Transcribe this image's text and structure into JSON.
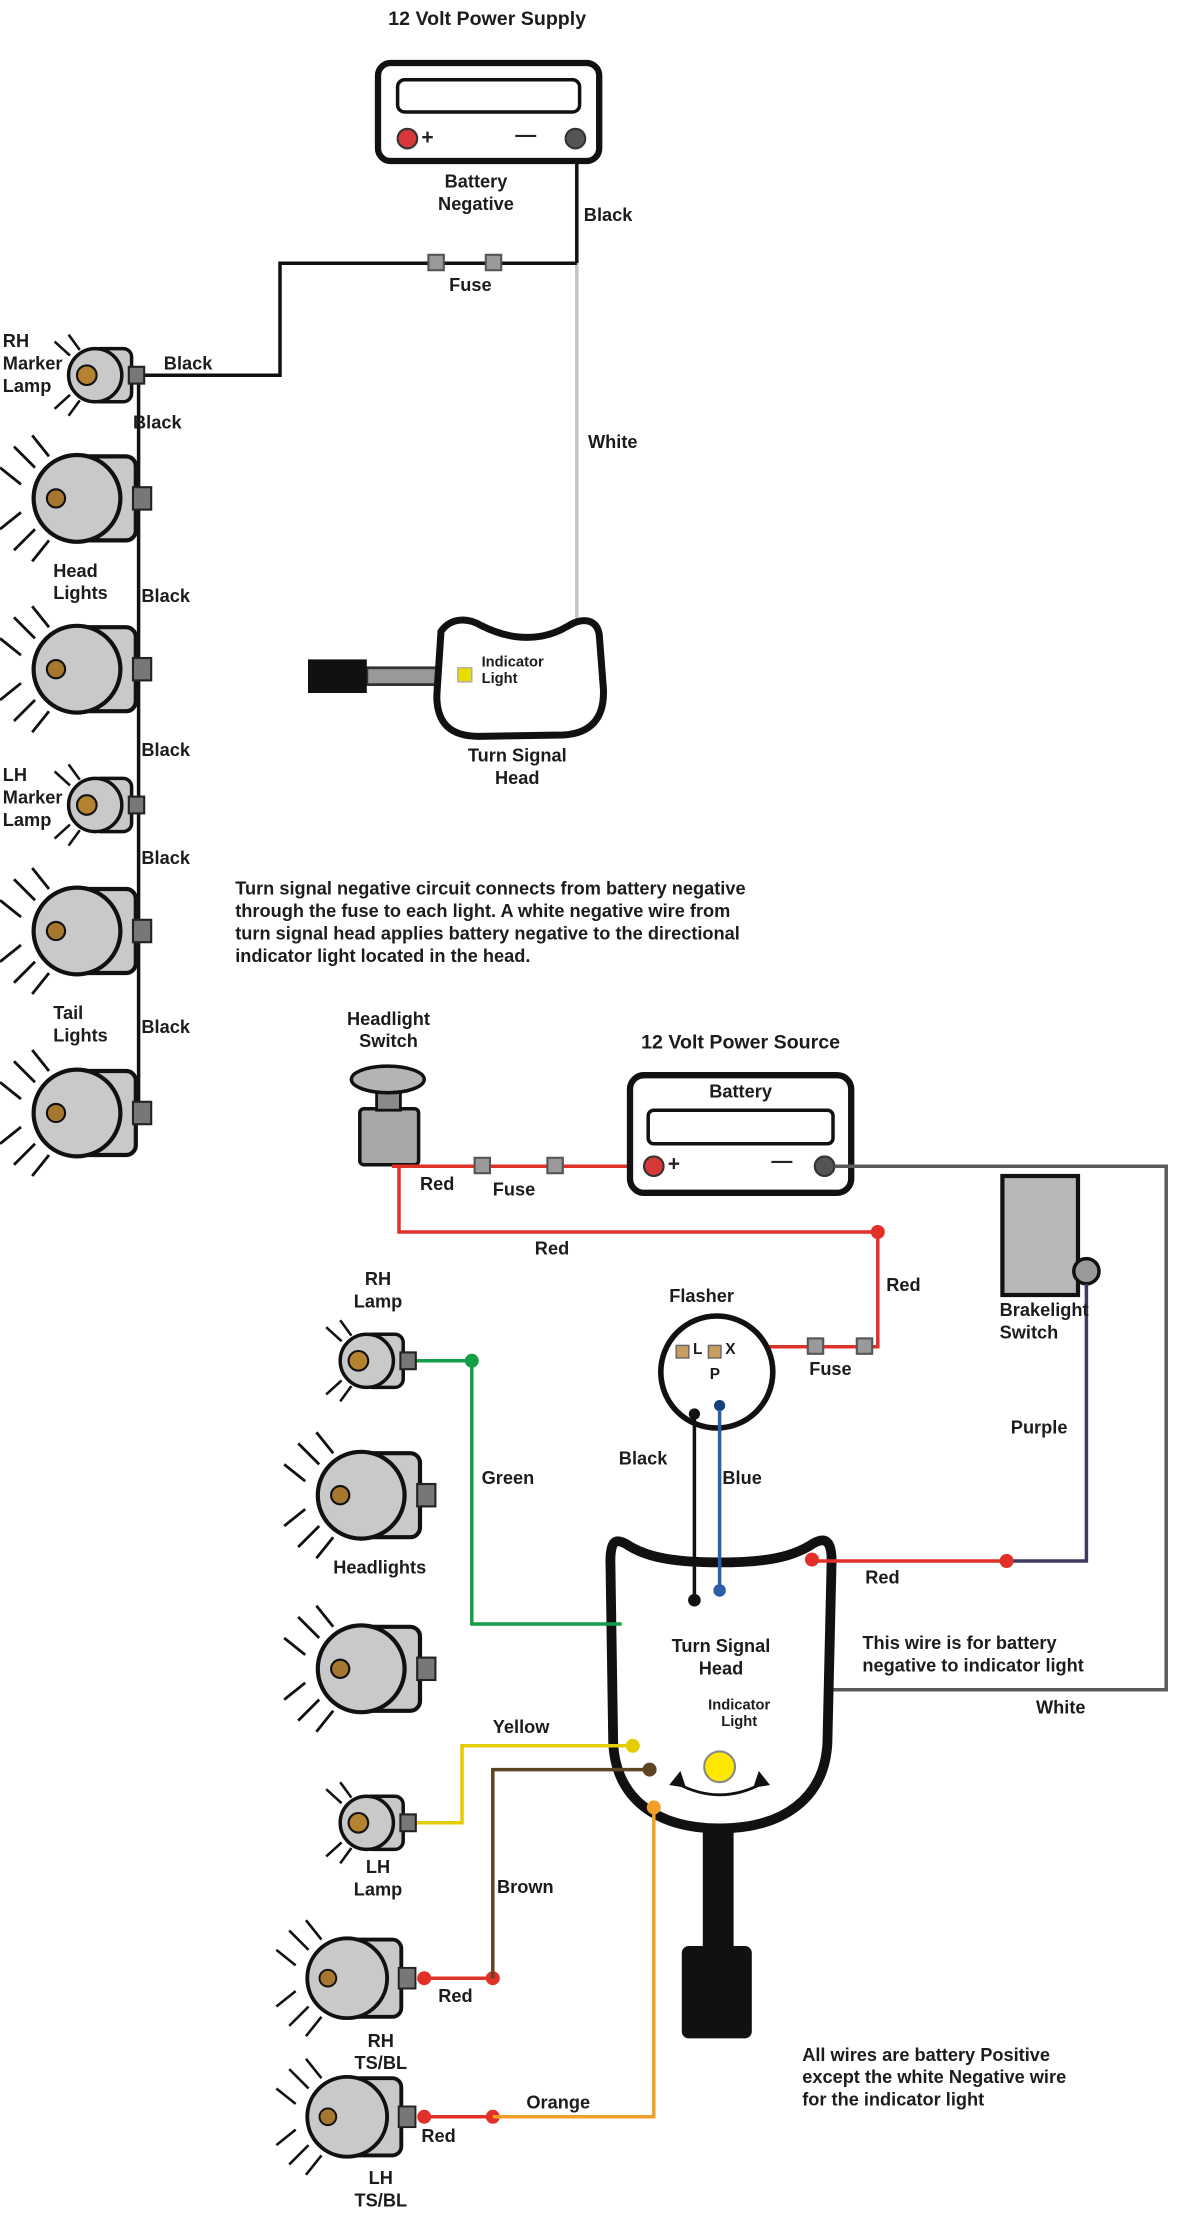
{
  "colors": {
    "red": "#e03028",
    "green": "#149e48",
    "blue": "#2c5fa8",
    "yellow": "#e3cc00",
    "brown": "#5d4423",
    "orange": "#f0a028",
    "purple": "#3f3a60",
    "black_wire": "#111111",
    "white_wire_top": "#c4c4c4",
    "white_wire_bottom": "#5a5a5a",
    "indicator_yellow": "#ffe800",
    "lamp_gray": "#c9c9c9",
    "terminal_red": "#d93838"
  },
  "top": {
    "title": "12 Volt Power Supply",
    "battery_caption": "Battery\nNegative",
    "plus": "+",
    "minus": "—",
    "fuse_label": "Fuse",
    "labels": {
      "black_battery": "Black",
      "white": "White",
      "black_branch": "Black",
      "black_marker": "Black",
      "black_headlights": "Black",
      "black_mid": "Black",
      "black_lh": "Black",
      "black_tail": "Black"
    },
    "lamps": {
      "rh_marker": "RH\nMarker\nLamp",
      "head_lights": "Head\nLights",
      "lh_marker": "LH\nMarker\nLamp",
      "tail_lights": "Tail\nLights"
    },
    "head": {
      "indicator": "Indicator\nLight",
      "caption": "Turn Signal\nHead"
    },
    "note": "Turn signal negative circuit connects from battery negative\nthrough the fuse to each light. A white negative wire from\nturn signal head applies battery negative to the directional\nindicator light located in the head."
  },
  "bottom": {
    "headlight_switch": "Headlight\nSwitch",
    "power_title": "12 Volt Power Source",
    "battery_label": "Battery",
    "plus": "+",
    "minus": "—",
    "fuse_main": "Fuse",
    "fuse_flasher": "Fuse",
    "flasher": {
      "title": "Flasher",
      "l": "L",
      "x": "X",
      "p": "P"
    },
    "brakelight_switch": "Brakelight\nSwitch",
    "labels": {
      "red_switch": "Red",
      "red_main": "Red",
      "red_flasher": "Red",
      "red_head": "Red",
      "red_rh_tsbl": "Red",
      "red_lh_tsbl": "Red",
      "purple": "Purple",
      "green": "Green",
      "black": "Black",
      "blue": "Blue",
      "white": "White",
      "yellow": "Yellow",
      "brown": "Brown",
      "orange": "Orange"
    },
    "lamps": {
      "rh_lamp": "RH\nLamp",
      "headlights": "Headlights",
      "lh_lamp": "LH\nLamp",
      "rh_tsbl": "RH\nTS/BL",
      "lh_tsbl": "LH\nTS/BL"
    },
    "head": {
      "caption": "Turn Signal\nHead",
      "indicator": "Indicator\nLight"
    },
    "note_white_wire": "This wire is for battery\nnegative to indicator light",
    "note_positive": "All wires are battery Positive\nexcept the white Negative wire\nfor the indicator light"
  }
}
